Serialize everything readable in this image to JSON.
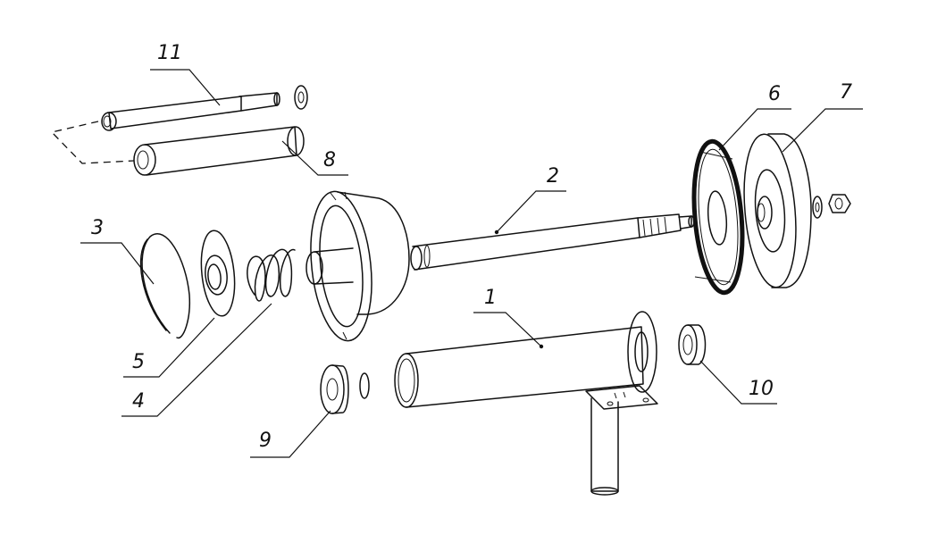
{
  "diagram": {
    "background": "#ffffff",
    "line_color": "#111111",
    "callouts": [
      {
        "id": "1",
        "label": "1"
      },
      {
        "id": "2",
        "label": "2"
      },
      {
        "id": "3",
        "label": "3"
      },
      {
        "id": "4",
        "label": "4"
      },
      {
        "id": "5",
        "label": "5"
      },
      {
        "id": "6",
        "label": "6"
      },
      {
        "id": "7",
        "label": "7"
      },
      {
        "id": "8",
        "label": "8"
      },
      {
        "id": "9",
        "label": "9"
      },
      {
        "id": "10",
        "label": "10"
      },
      {
        "id": "11",
        "label": "11"
      }
    ]
  }
}
